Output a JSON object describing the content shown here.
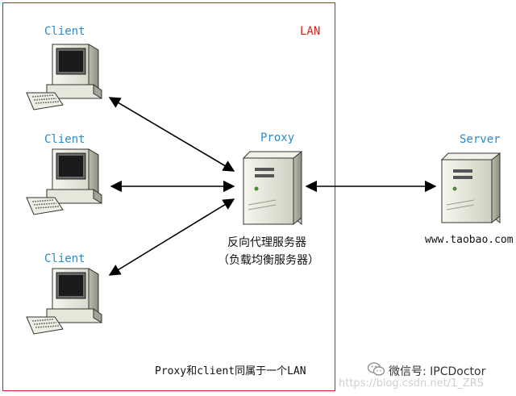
{
  "lan_label": "LAN",
  "clients": [
    {
      "label": "Client"
    },
    {
      "label": "Client"
    },
    {
      "label": "Client"
    }
  ],
  "proxy": {
    "label": "Proxy",
    "caption_line1": "反向代理服务器",
    "caption_line2": "（负载均衡服务器）"
  },
  "server": {
    "label": "Server",
    "caption": "www.taobao.com"
  },
  "note": "Proxy和client同属于一个LAN",
  "watermark": {
    "blog": "https://blog.csdn.net/1_ZRS",
    "wechat": "微信号: IPCDoctor"
  }
}
